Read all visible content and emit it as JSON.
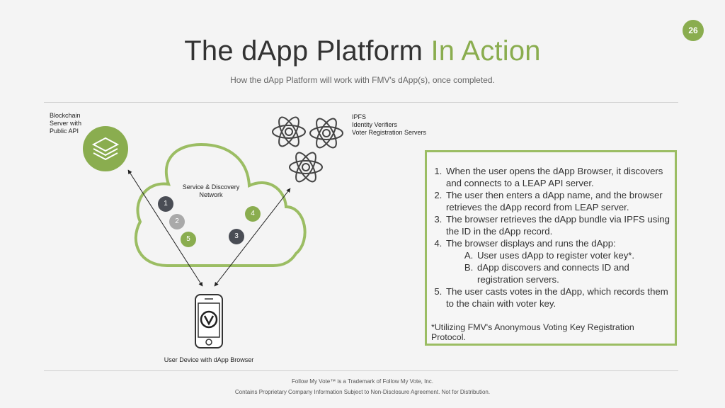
{
  "page_number": "26",
  "title": {
    "main": "The dApp Platform ",
    "accent": "In Action"
  },
  "subtitle": "How the dApp Platform will work with FMV's dApp(s), once completed.",
  "diagram": {
    "blockchain_label": [
      "Blockchain",
      "Server with",
      "Public API"
    ],
    "ipfs_label": [
      "IPFS",
      "Identity Verifiers",
      "Voter Registration Servers"
    ],
    "cloud_label": [
      "Service & Discovery",
      "Network"
    ],
    "device_label": "User Device with dApp Browser",
    "steps": [
      "1",
      "2",
      "5",
      "4",
      "3"
    ]
  },
  "steps_list": [
    "When the user opens the dApp Browser, it discovers and connects to a LEAP API server.",
    "The user then enters a dApp name, and the browser retrieves the dApp record from LEAP server.",
    "The browser retrieves the dApp bundle via IPFS using the ID in the dApp record.",
    "The browser displays and runs the dApp:",
    "The user casts votes in the dApp, which records them to the chain with voter key."
  ],
  "sub_steps": [
    "User uses dApp to register voter key*.",
    "dApp discovers and connects ID and registration servers."
  ],
  "footnote": "*Utilizing FMV's Anonymous Voting Key Registration Protocol.",
  "footer": [
    "Follow My Vote™ is a Trademark of Follow My Vote, Inc.",
    "Contains Proprietary Company Information Subject to Non-Disclosure Agreement.  Not for Distribution."
  ],
  "colors": {
    "accent": "#8aad4f",
    "dark_circle": "#4a4d55",
    "gray_circle": "#a9a9a9"
  }
}
